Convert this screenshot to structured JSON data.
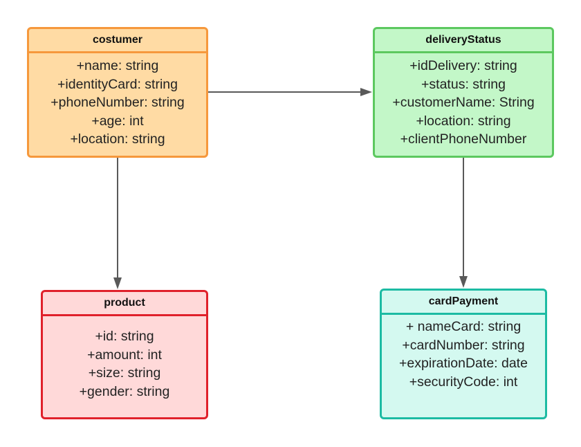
{
  "diagram": {
    "classes": {
      "costumer": {
        "name": "costumer",
        "attributes": [
          "+name: string",
          "+identityCard: string",
          "+phoneNumber: string",
          "+age: int",
          "+location: string"
        ],
        "colors": {
          "fill": "#ffdba4",
          "border": "#f6983c"
        }
      },
      "deliveryStatus": {
        "name": "deliveryStatus",
        "attributes": [
          "+idDelivery: string",
          "+status: string",
          "+customerName: String",
          "+location: string",
          "+clientPhoneNumber"
        ],
        "colors": {
          "fill": "#c3f7c8",
          "border": "#5cc85f"
        }
      },
      "product": {
        "name": "product",
        "attributes": [
          "+id: string",
          "+amount: int",
          "+size: string",
          "+gender: string"
        ],
        "colors": {
          "fill": "#ffd9d9",
          "border": "#e0212b"
        }
      },
      "cardPayment": {
        "name": "cardPayment",
        "attributes": [
          "+ nameCard: string",
          "+cardNumber: string",
          "+expirationDate: date",
          "+securityCode: int"
        ],
        "colors": {
          "fill": "#d4f9f0",
          "border": "#1cbba3"
        }
      }
    },
    "connections": [
      {
        "from": "costumer",
        "to": "deliveryStatus",
        "style": "arrow"
      },
      {
        "from": "costumer",
        "to": "product",
        "style": "arrow"
      },
      {
        "from": "deliveryStatus",
        "to": "cardPayment",
        "style": "arrow"
      }
    ],
    "connector_color": "#595959"
  }
}
